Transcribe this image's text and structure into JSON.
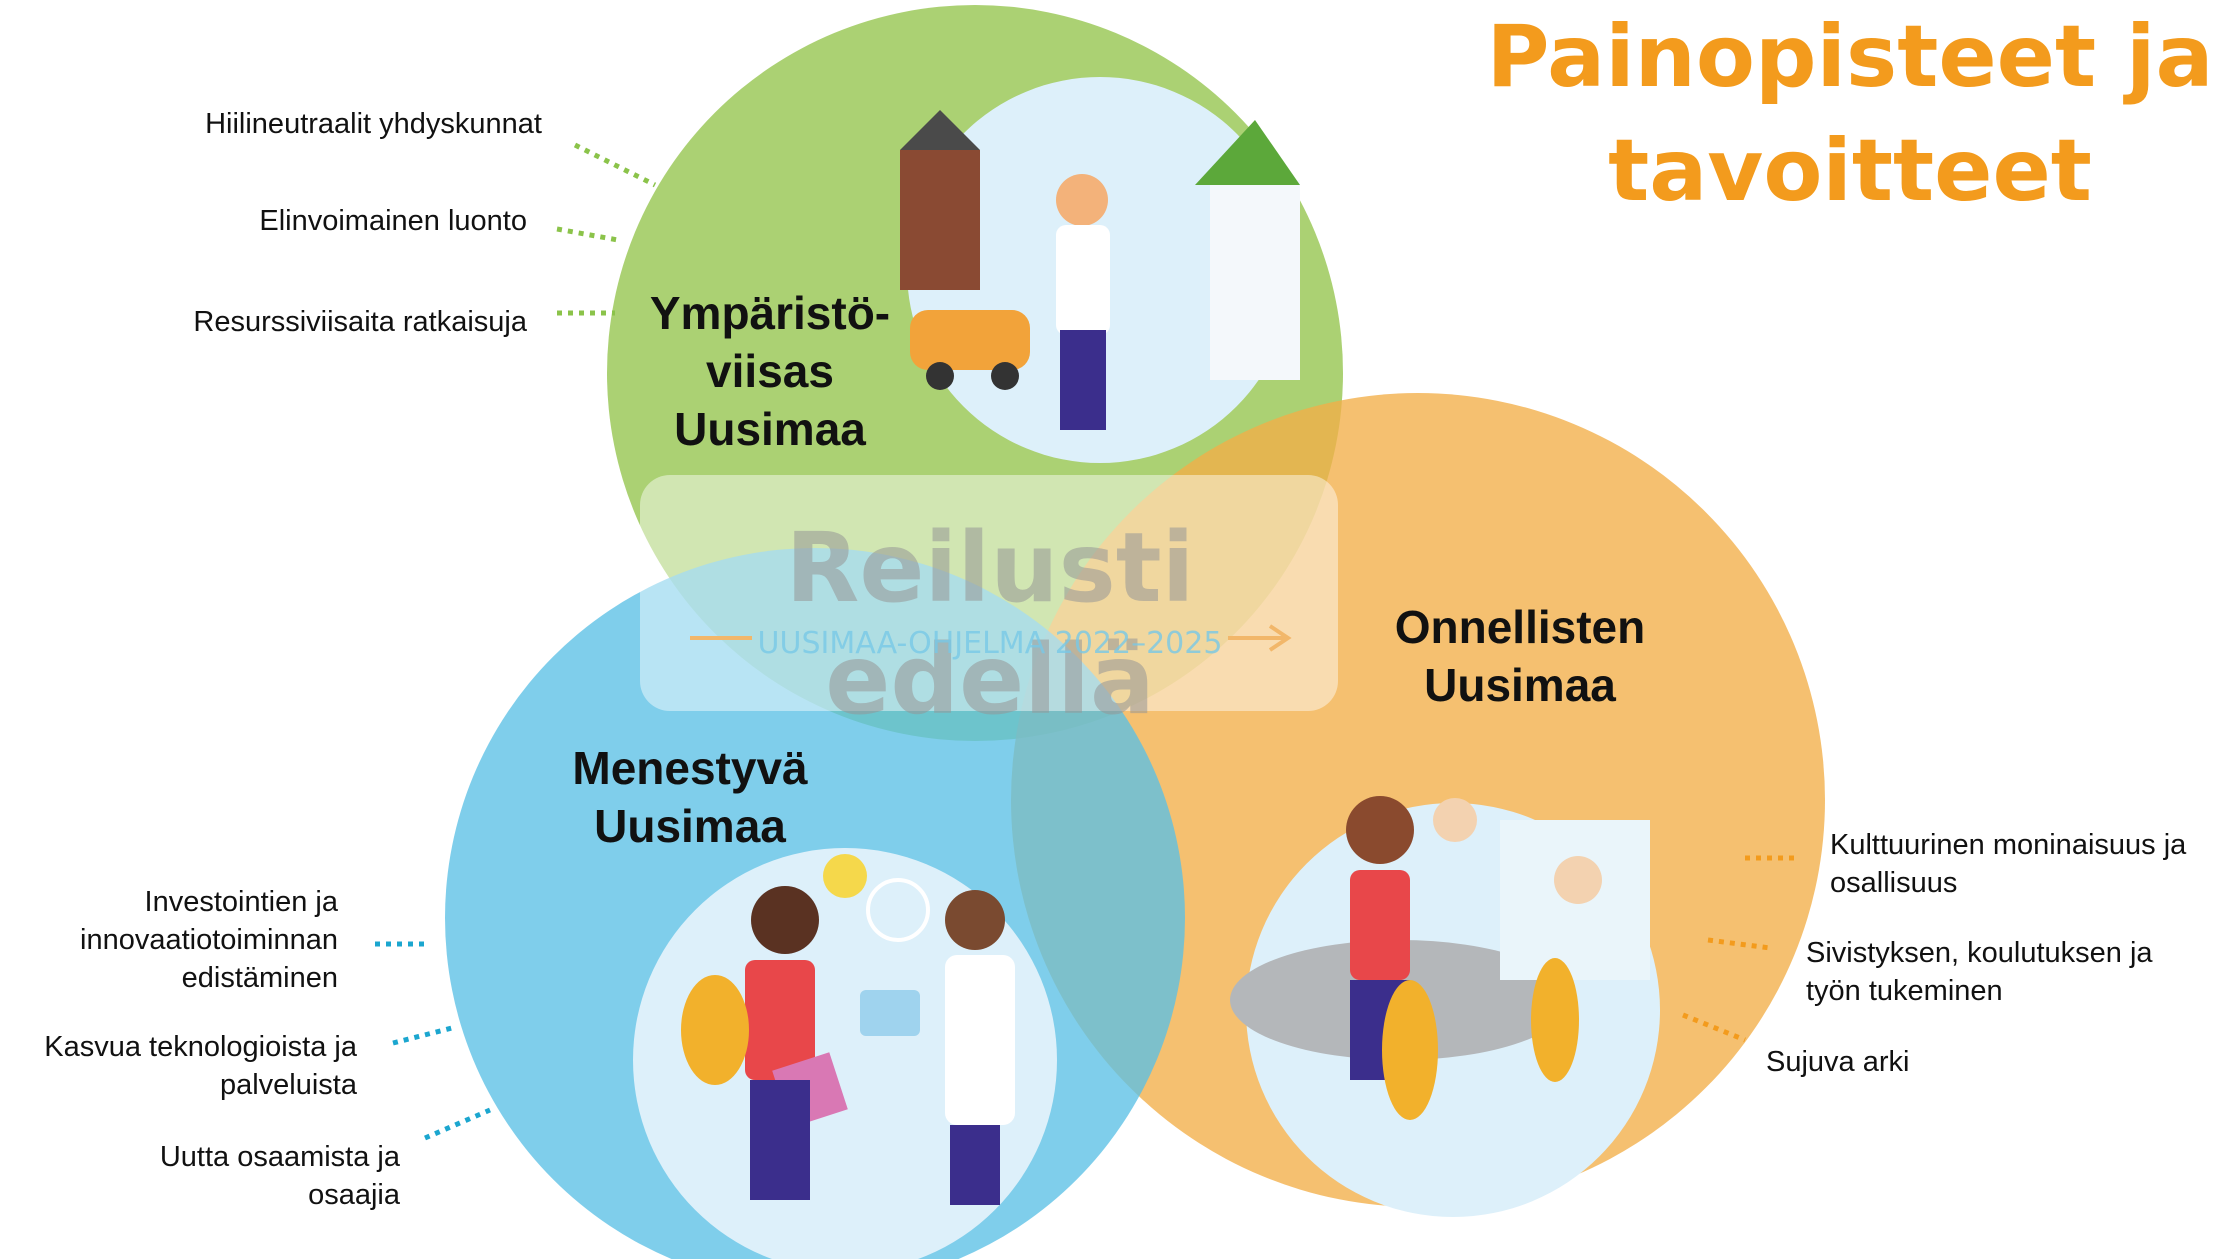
{
  "title": "Painopisteet ja\ntavoitteet",
  "banner": {
    "title": "Reilusti edellä",
    "subtitle": "UUSIMAA-OHJELMA 2022–2025"
  },
  "circles": {
    "green": {
      "title": "Ympäristö-\nviisas\nUusimaa",
      "color": "#9CC95B",
      "items": [
        "Hiilineutraalit yhdyskunnat",
        "Elinvoimainen luonto",
        "Resurssiviisaita ratkaisuja"
      ]
    },
    "blue": {
      "title": "Menestyvä\nUusimaa",
      "color": "#5BC0E6",
      "items": [
        "Investointien ja\ninnovaatiotoiminnan\nedistäminen",
        "Kasvua teknologioista ja\npalveluista",
        "Uutta osaamista ja\nosaajia"
      ]
    },
    "orange": {
      "title": "Onnellisten\nUusimaa",
      "color": "#F2AE48",
      "items": [
        "Kulttuurinen moninaisuus ja\nosallisuus",
        "Sivistyksen, koulutuksen ja\ntyön tukeminen",
        "Sujuva arki"
      ]
    }
  }
}
